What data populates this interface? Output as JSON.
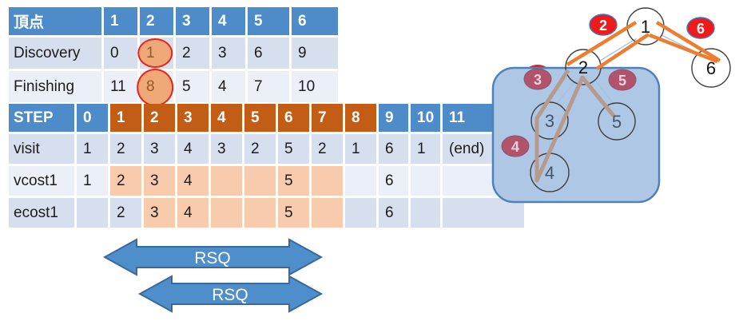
{
  "table1": {
    "name": "vertex-times-table",
    "header": [
      "頂点",
      "1",
      "2",
      "3",
      "4",
      "5",
      "6"
    ],
    "rows": [
      {
        "label": "Discovery",
        "cells": [
          "0",
          "1",
          "2",
          "3",
          "6",
          "9"
        ],
        "circled": [
          1
        ]
      },
      {
        "label": "Finishing",
        "cells": [
          "11",
          "8",
          "5",
          "4",
          "7",
          "10"
        ],
        "circled": [
          1
        ]
      }
    ]
  },
  "table2": {
    "name": "step-trace-table",
    "header": [
      "STEP",
      "0",
      "1",
      "2",
      "3",
      "4",
      "5",
      "6",
      "7",
      "8",
      "9",
      "10",
      "11"
    ],
    "header_highlight": [
      2,
      3,
      4,
      5,
      6,
      7,
      8,
      9
    ],
    "rows": [
      {
        "label": "visit",
        "cells": [
          "1",
          "2",
          "3",
          "4",
          "3",
          "2",
          "5",
          "2",
          "1",
          "6",
          "1",
          "(end)"
        ],
        "highlight": []
      },
      {
        "label": "vcost1",
        "cells": [
          "1",
          "2",
          "3",
          "4",
          "",
          "",
          "5",
          "",
          "",
          "6",
          "",
          ""
        ],
        "highlight": [
          1,
          2,
          3,
          4,
          5,
          6,
          7
        ]
      },
      {
        "label": "ecost1",
        "cells": [
          "",
          "2",
          "3",
          "4",
          "",
          "",
          "5",
          "",
          "",
          "6",
          "",
          ""
        ],
        "highlight": [
          2,
          3,
          4,
          5,
          6,
          7
        ]
      }
    ]
  },
  "arrows": [
    {
      "label": "RSQ"
    },
    {
      "label": "RSQ"
    }
  ],
  "graph": {
    "nodes": {
      "n1": "1",
      "n2": "2",
      "n3": "3",
      "n4": "4",
      "n5": "5",
      "n6": "6"
    },
    "badges": {
      "b2": "2",
      "b3": "3",
      "b4": "4",
      "b5": "5",
      "b6": "6"
    }
  },
  "colors": {
    "header_blue": "#4d8bc9",
    "header_orange": "#c35c15",
    "band_dark": "#d5dfed",
    "band_light": "#ebeff7",
    "cell_highlight_orange": "#f8cbad",
    "circle_fill": "#efa878",
    "circle_border_red": "#e8251f",
    "arrow_blue": "#4e8ecb",
    "arrow_border": "#3a6a9c",
    "traversal_orange": "#ed7d31",
    "traversal_brown": "#b59a8d",
    "thin_edge_blue": "#9dc3e6",
    "badge_red": "#f01a1a",
    "badge_maroon": "#b2536c",
    "group_box_fill": "#aec7e4",
    "group_box_border": "#4f81bd"
  }
}
